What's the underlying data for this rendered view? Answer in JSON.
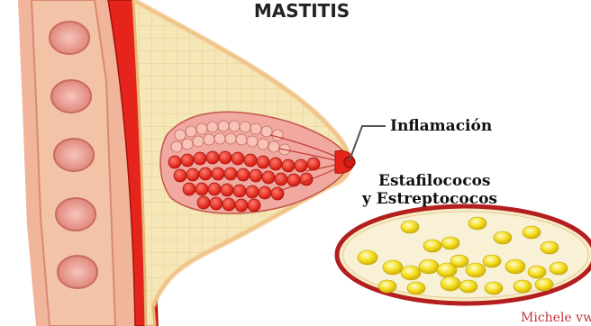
{
  "title": "MASTITIS",
  "labels": {
    "inflammation": "Inflamación",
    "bacteria_line1": "Estafilococos",
    "bacteria_line2": "y Estreptococos"
  },
  "watermark": "Michele vw",
  "colors": {
    "skin": "#f6e7b8",
    "muscle": "#e06a4a",
    "rib": "#f2a9a2",
    "red_tissue": "#e5241b",
    "lobule": "#f0a8a0",
    "bacteria": "#f4e020",
    "dish_border": "#b41e1e"
  },
  "icons": {
    "inflammation_marker": "red-dot-icon"
  }
}
